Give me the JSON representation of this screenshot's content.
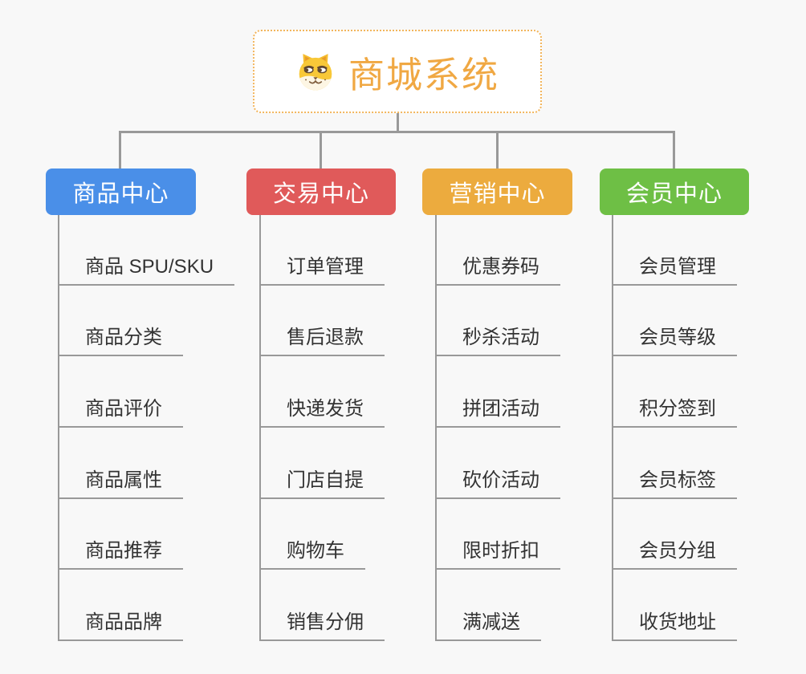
{
  "page": {
    "background_color": "#f8f8f8",
    "connector_color": "#999999"
  },
  "root": {
    "title": "商城系统",
    "icon": "dog-face-icon",
    "title_color": "#f0a843",
    "border_color": "#f2b55c"
  },
  "branches": [
    {
      "label": "商品中心",
      "color": "#4a8fe8",
      "items": [
        "商品 SPU/SKU",
        "商品分类",
        "商品评价",
        "商品属性",
        "商品推荐",
        "商品品牌"
      ]
    },
    {
      "label": "交易中心",
      "color": "#e05a5a",
      "items": [
        "订单管理",
        "售后退款",
        "快递发货",
        "门店自提",
        "购物车",
        "销售分佣"
      ]
    },
    {
      "label": "营销中心",
      "color": "#ecab3e",
      "items": [
        "优惠券码",
        "秒杀活动",
        "拼团活动",
        "砍价活动",
        "限时折扣",
        "满减送"
      ]
    },
    {
      "label": "会员中心",
      "color": "#6ebf45",
      "items": [
        "会员管理",
        "会员等级",
        "积分签到",
        "会员标签",
        "会员分组",
        "收货地址"
      ]
    }
  ]
}
